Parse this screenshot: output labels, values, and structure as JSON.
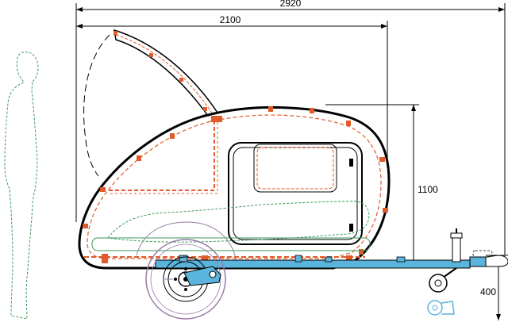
{
  "dimensions": {
    "overall_length": "2920",
    "body_length": "2100",
    "body_height": "1100",
    "hitch_height": "400"
  },
  "colors": {
    "outline": "#000000",
    "frame_orange": "#e05a2a",
    "chassis_blue": "#5ab4dc",
    "human_green": "#3a9a5a",
    "wheel_purple": "#9a7aa8",
    "dim_line": "#000000"
  }
}
